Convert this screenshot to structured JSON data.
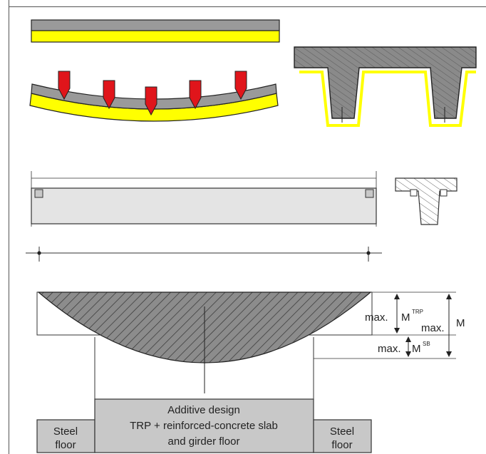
{
  "moments": {
    "trp": {
      "prefix": "max.",
      "symbol": "M",
      "superscript": "TRP"
    },
    "total": {
      "prefix": "max.",
      "symbol": "M"
    },
    "sb": {
      "prefix": "max.",
      "symbol": "M",
      "superscript": "SB"
    }
  },
  "boxes": {
    "left_floor": [
      "Steel",
      "floor"
    ],
    "right_floor": [
      "Steel",
      "floor"
    ],
    "center": [
      "Additive design",
      "TRP + reinforced-concrete slab",
      "and girder floor"
    ]
  },
  "colors": {
    "slab_gray": "#9a9a9a",
    "trp_yellow": "#ffff00",
    "load_red": "#e0151b",
    "hatch_fill": "#8a8a8a",
    "box_gray": "#c8c8c8"
  },
  "icons": [
    "load-arrow-icon",
    "bearing-icon"
  ]
}
